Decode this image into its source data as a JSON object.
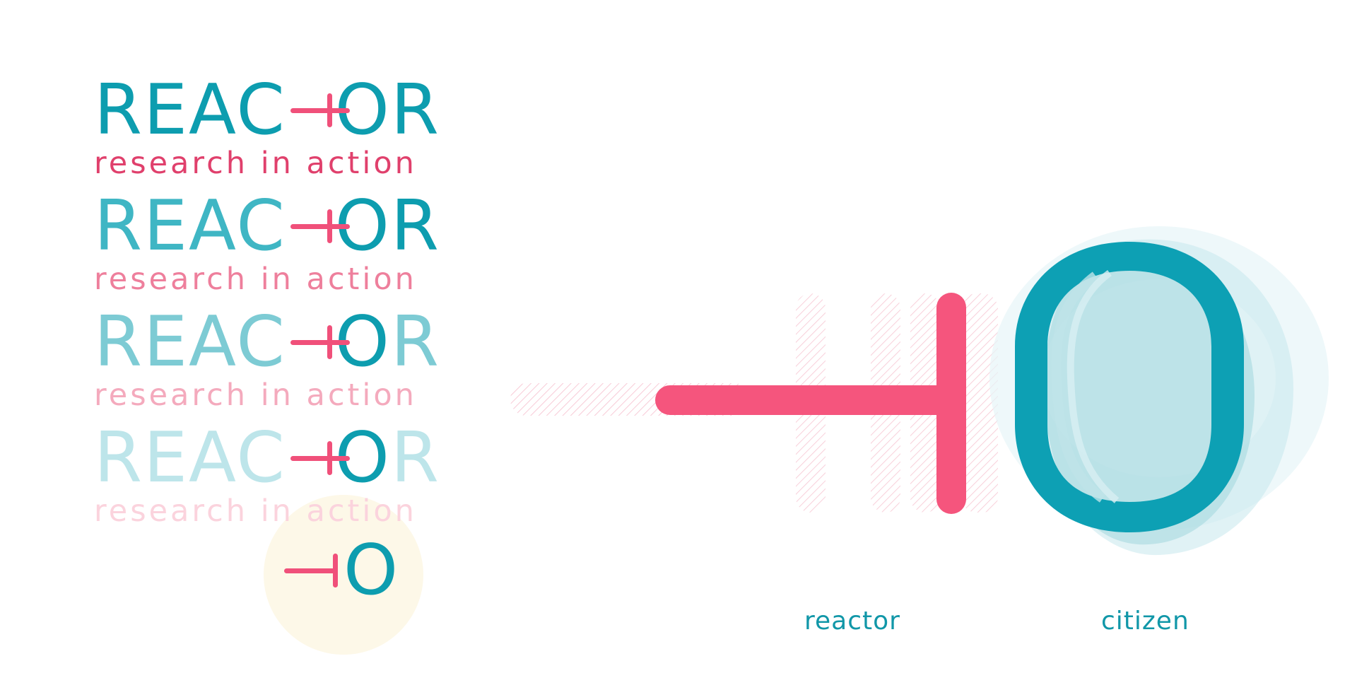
{
  "colors": {
    "teal": "#0d9daf",
    "pink": "#f0507a",
    "cream": "#fdf8e8"
  },
  "lockups": [
    {
      "word_a": "REAC",
      "word_b": "OR",
      "tagline": "research in action"
    },
    {
      "word_a": "REAC",
      "word_b": "OR",
      "tagline": "research in action"
    },
    {
      "word_a": "REAC",
      "word_b": "OR",
      "tagline": "research in action"
    },
    {
      "word_a": "REAC",
      "word_b": "OR",
      "tagline": "research in action"
    }
  ],
  "mini_logo": {
    "letter": "O"
  },
  "labels": {
    "reactor": "reactor",
    "citizen": "citizen"
  }
}
